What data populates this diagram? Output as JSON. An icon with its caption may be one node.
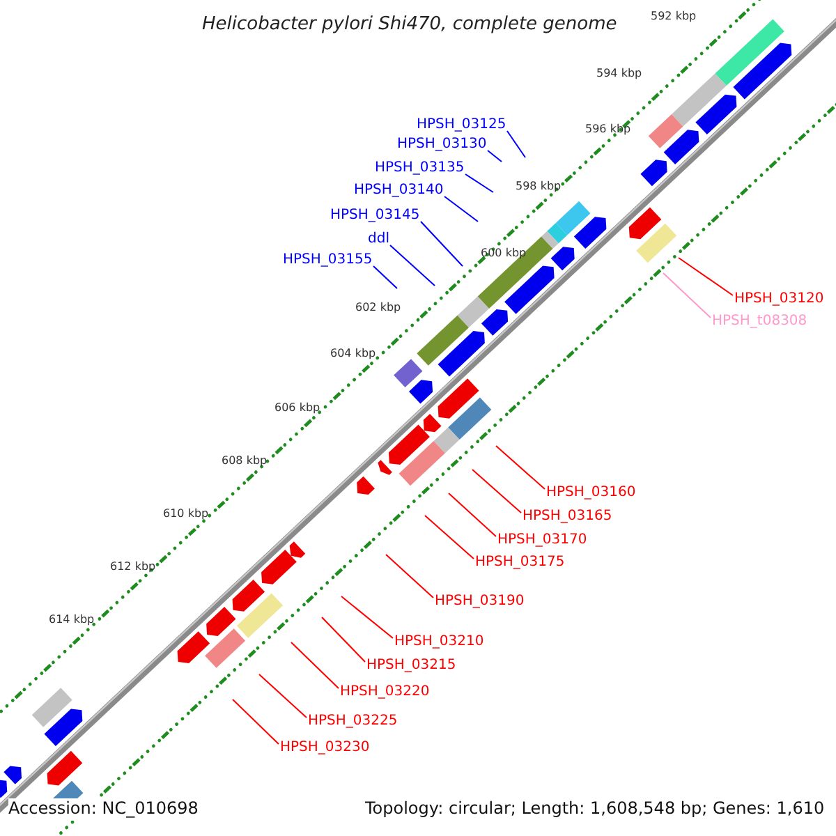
{
  "diagram": {
    "title": "Helicobacter pylori Shi470, complete genome",
    "nodes": [
      {
        "text": [
          "HPSH_03125"
        ]
      },
      {
        "text": [
          "HPSH_03130"
        ]
      },
      {
        "text": [
          "HPSH_03135"
        ]
      },
      {
        "text": [
          "HPSH_03140"
        ]
      },
      {
        "text": [
          "HPSH_03145"
        ]
      },
      {
        "text": [
          "ddl"
        ]
      },
      {
        "text": [
          "HPSH_03155"
        ]
      },
      {
        "text": [
          "HPSH_03120"
        ]
      },
      {
        "text": [
          "HPSH_t08308"
        ]
      },
      {
        "text": [
          "HPSH_03160"
        ]
      },
      {
        "text": [
          "HPSH_03165"
        ]
      },
      {
        "text": [
          "HPSH_03170"
        ]
      },
      {
        "text": [
          "HPSH_03175"
        ]
      },
      {
        "text": [
          "HPSH_03190"
        ]
      },
      {
        "text": [
          "HPSH_03210"
        ]
      },
      {
        "text": [
          "HPSH_03215"
        ]
      },
      {
        "text": [
          "HPSH_03220"
        ]
      },
      {
        "text": [
          "HPSH_03225"
        ]
      },
      {
        "text": [
          "HPSH_03230"
        ]
      }
    ],
    "edges": [
      {
        "from": 0,
        "to": null,
        "arrow": "none",
        "color": "#0000ff"
      },
      {
        "from": 1,
        "to": null,
        "arrow": "none",
        "color": "#0000ff"
      },
      {
        "from": 2,
        "to": null,
        "arrow": "none",
        "color": "#0000ff"
      },
      {
        "from": 3,
        "to": null,
        "arrow": "none",
        "color": "#0000ff"
      },
      {
        "from": 4,
        "to": null,
        "arrow": "none",
        "color": "#0000ff"
      },
      {
        "from": 5,
        "to": null,
        "arrow": "none",
        "color": "#0000ff"
      },
      {
        "from": 6,
        "to": null,
        "arrow": "none",
        "color": "#0000ff"
      },
      {
        "from": 7,
        "to": null,
        "arrow": "none"
      },
      {
        "from": 8,
        "to": null,
        "arrow": "none",
        "color": "#ff99cc"
      },
      {
        "from": 9,
        "to": null,
        "arrow": "none"
      },
      {
        "from": 10,
        "to": null,
        "arrow": "none"
      },
      {
        "from": 11,
        "to": null,
        "arrow": "none"
      },
      {
        "from": 12,
        "to": null,
        "arrow": "none"
      },
      {
        "from": 13,
        "to": null,
        "arrow": "none"
      },
      {
        "from": 14,
        "to": null,
        "arrow": "none"
      },
      {
        "from": 15,
        "to": null,
        "arrow": "none"
      },
      {
        "from": 16,
        "to": null,
        "arrow": "none"
      },
      {
        "from": 17,
        "to": null,
        "arrow": "none"
      },
      {
        "from": 18,
        "to": null,
        "arrow": "none"
      }
    ],
    "labels": [
      "592 kbp",
      "594 kbp",
      "596 kbp",
      "598 kbp",
      "600 kbp",
      "602 kbp",
      "604 kbp",
      "606 kbp",
      "608 kbp",
      "610 kbp",
      "612 kbp",
      "614 kbp",
      "Accession: NC_010698",
      "Topology: circular; Length: 1,608,548 bp; Genes: 1,610"
    ]
  }
}
